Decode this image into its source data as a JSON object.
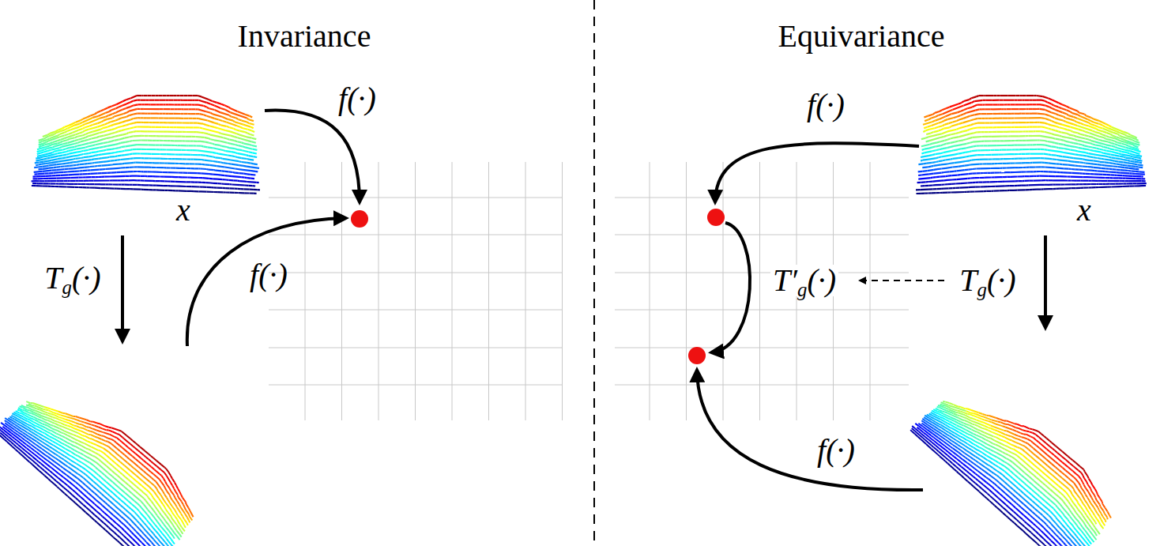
{
  "diagram": {
    "labels": [
      "Invariance",
      "Equivariance",
      "f(·)",
      "x",
      "Tg(·)",
      "f(·)",
      "f(·)",
      "x",
      "T′g(·)",
      "Tg(·)",
      "f(·)"
    ]
  }
}
